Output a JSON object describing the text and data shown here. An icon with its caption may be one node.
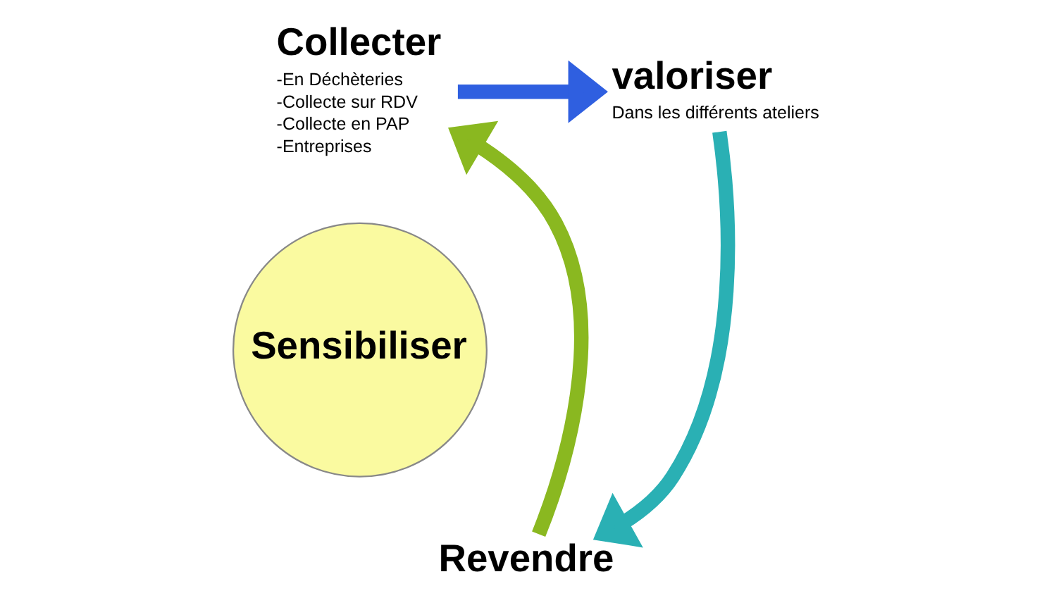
{
  "diagram": {
    "nodes": [
      {
        "text": [
          "Collecter",
          "-En Déchèteries",
          "-Collecte sur RDV",
          "-Collecte en PAP",
          "-Entreprises"
        ]
      },
      {
        "text": [
          "valoriser",
          "Dans les différents ateliers"
        ]
      },
      {
        "text": [
          "Sensibiliser"
        ]
      },
      {
        "text": [
          "Revendre"
        ]
      }
    ],
    "edges": [
      {
        "from": 0,
        "to": 1,
        "arrow": "to",
        "color": "#2f5fe0"
      },
      {
        "from": 1,
        "to": 3,
        "arrow": "to",
        "color": "#2ab0b4"
      },
      {
        "from": 3,
        "to": 0,
        "arrow": "to",
        "color": "#8ab820"
      }
    ]
  }
}
